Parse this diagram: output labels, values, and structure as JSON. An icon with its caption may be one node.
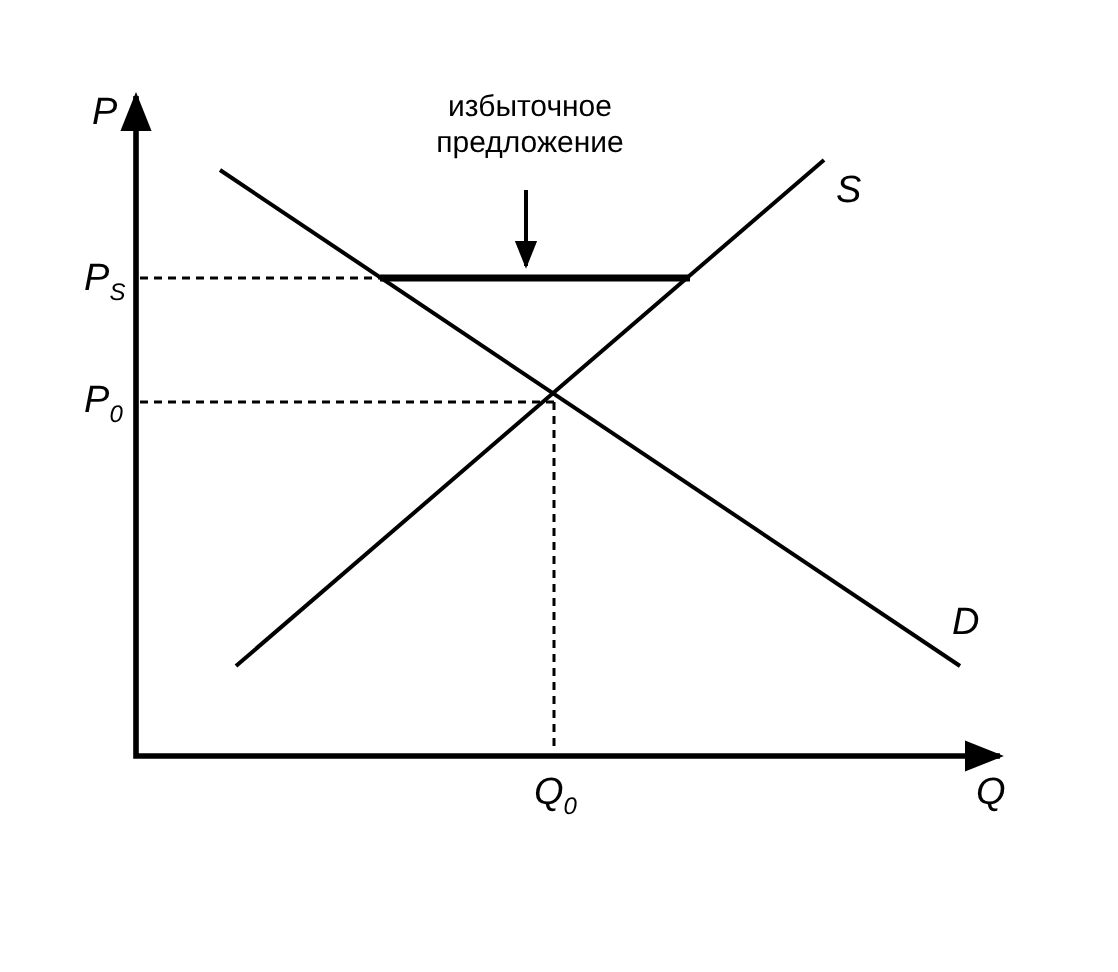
{
  "diagram": {
    "nodes": [
      {
        "text": [
          "избыточное предложение"
        ]
      },
      {
        "text": [],
        "shape": "bar"
      }
    ],
    "edges": [
      {
        "from": 0,
        "to": 1,
        "arrow": "to"
      }
    ],
    "labels": [
      "P",
      "S",
      "P$_{S}$",
      "P$_{0}$",
      "D",
      "Q$_{0}$",
      "Q"
    ]
  }
}
